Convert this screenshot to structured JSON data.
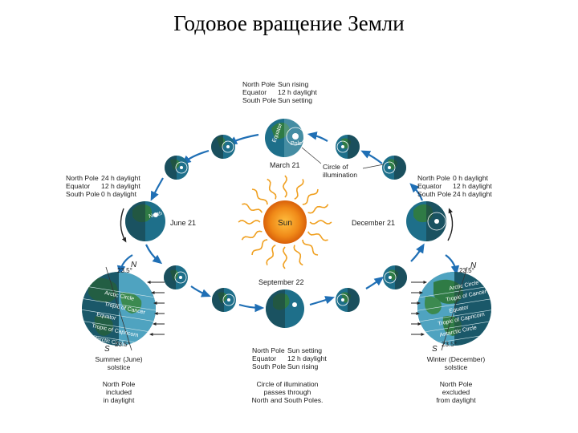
{
  "title": "Годовое вращение Земли",
  "march": {
    "rows": [
      [
        "North Pole",
        "Sun rising"
      ],
      [
        "Equator",
        "12 h daylight"
      ],
      [
        "South Pole",
        "Sun setting"
      ]
    ],
    "date": "March 21"
  },
  "june": {
    "rows": [
      [
        "North Pole",
        "24 h daylight"
      ],
      [
        "Equator",
        "12 h daylight"
      ],
      [
        "South Pole",
        "0 h daylight"
      ]
    ],
    "date": "June 21"
  },
  "december": {
    "rows": [
      [
        "North Pole",
        "0 h daylight"
      ],
      [
        "Equator",
        "12 h daylight"
      ],
      [
        "South Pole",
        "24 h daylight"
      ]
    ],
    "date": "December 21"
  },
  "september": {
    "rows": [
      [
        "North Pole",
        "Sun setting"
      ],
      [
        "Equator",
        "12 h daylight"
      ],
      [
        "South Pole",
        "Sun rising"
      ]
    ],
    "date": "September 22"
  },
  "sun_label": "Sun",
  "circle_of_illumination": [
    "Circle of",
    "illumination"
  ],
  "summer": {
    "title": [
      "Summer (June)",
      "solstice"
    ],
    "note": [
      "North Pole",
      "included",
      "in daylight"
    ],
    "angle_top": "23.5°",
    "angle_bottom": "23.5°",
    "n": "N",
    "s": "S",
    "zones": [
      "Arctic Circle",
      "Tropic of Cancer",
      "Equator",
      "Tropic of Capricorn",
      "Antarctic Circle"
    ]
  },
  "equinox_note": [
    "Circle of illumination",
    "passes through",
    "North and South Poles."
  ],
  "winter": {
    "title": [
      "Winter (December)",
      "solstice"
    ],
    "note": [
      "North Pole",
      "excluded",
      "from daylight"
    ],
    "angle_top": "23.5°",
    "angle_bottom": "23.5°",
    "n": "N",
    "s": "S",
    "zones": [
      "Arctic Circle",
      "Tropic of Cancer",
      "Equator",
      "Tropic of Capricorn",
      "Antarctic Circle"
    ]
  },
  "globe_labels": {
    "pole": "Pole",
    "north_pole": "North Pole",
    "equator": "Equator"
  },
  "colors": {
    "orbit": "#1f6fb5",
    "ocean": "#1e6f8a",
    "land": "#2f7b45",
    "night": "#173b40",
    "sun_core": "#f07a10",
    "sun_rays": "#f0a020"
  }
}
